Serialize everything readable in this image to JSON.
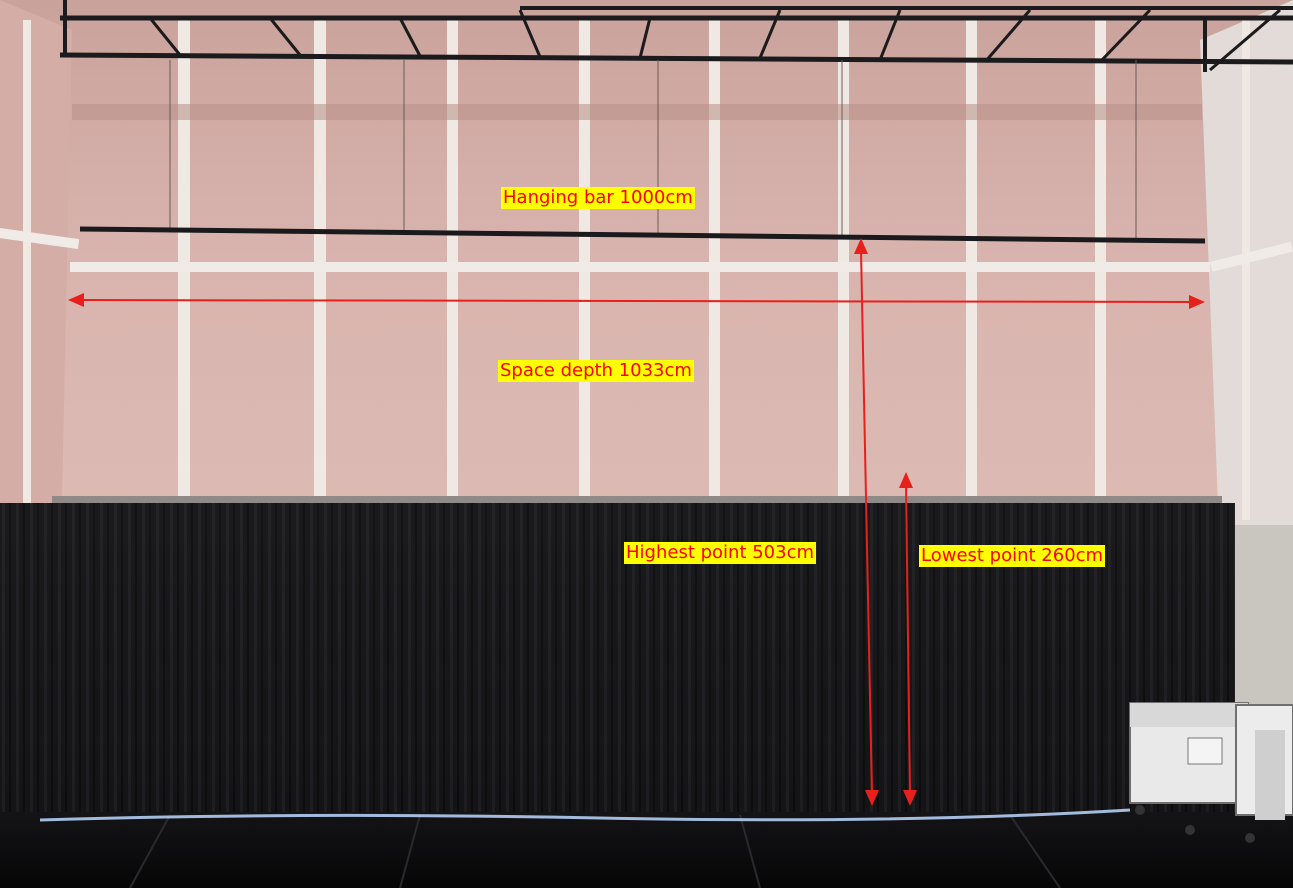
{
  "annotations": {
    "hanging_bar": "Hanging bar 1000cm",
    "space_depth": "Space depth 1033cm",
    "highest_point": "Highest point 503cm",
    "lowest_point": "Lowest point 260cm"
  },
  "colors": {
    "wall": "#d8b3ad",
    "wall_tape": "#f1ece8",
    "side_wall": "#e6e0dc",
    "curtain": "#151517",
    "floor": "#0d0d0f",
    "truss": "#1b1b1d",
    "arrow": "#e8201c",
    "label_bg": "#ffff00",
    "label_text": "#ff0000",
    "stage_light": "#bcd8ff"
  }
}
